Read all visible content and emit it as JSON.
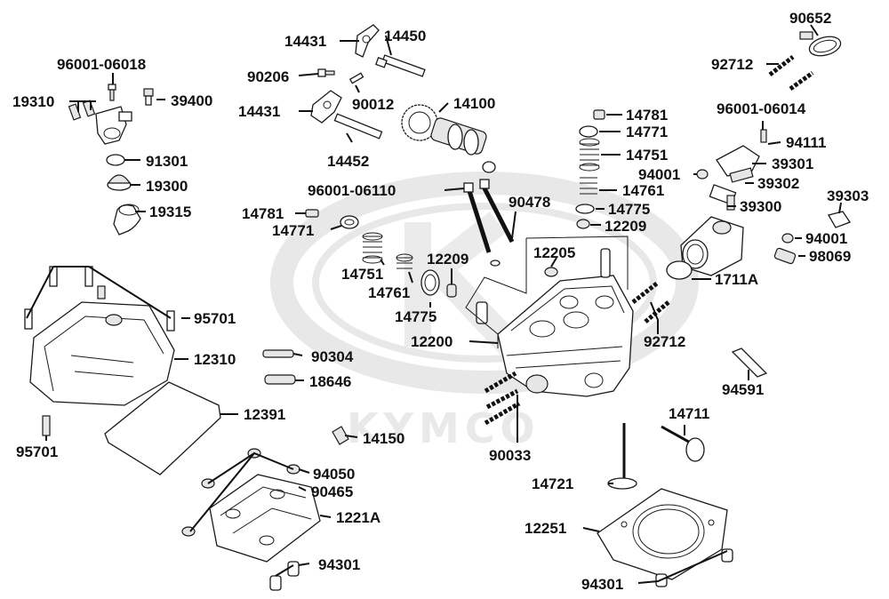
{
  "brand": {
    "watermark": "KYMCO"
  },
  "parts": {
    "p90652": "90652",
    "p92712a": "92712",
    "p96001_06018": "96001-06018",
    "p14431a": "14431",
    "p14450": "14450",
    "p90206": "90206",
    "p19310": "19310",
    "p39400": "39400",
    "p14431b": "14431",
    "p90012": "90012",
    "p14100": "14100",
    "p91301": "91301",
    "p14452": "14452",
    "p19300": "19300",
    "p19315": "19315",
    "p96001_06110": "96001-06110",
    "p14781a": "14781",
    "p14771a": "14771",
    "p14781b": "14781",
    "p14771b": "14771",
    "p14751b": "14751",
    "p14761b": "14761",
    "p14775b": "14775",
    "p12209b": "12209",
    "p96001_06014": "96001-06014",
    "p94111": "94111",
    "p39301": "39301",
    "p94001a": "94001",
    "p39302": "39302",
    "p39303": "39303",
    "p39300": "39300",
    "p90478": "90478",
    "p12205": "12205",
    "p14751a": "14751",
    "p12209a": "12209",
    "p14761a": "14761",
    "p94001b": "94001",
    "p98069": "98069",
    "p1711A": "1711A",
    "p14775a": "14775",
    "p95701a": "95701",
    "p12200": "12200",
    "p92712b": "92712",
    "p90304": "90304",
    "p12310": "12310",
    "p18646": "18646",
    "p94591": "94591",
    "p12391": "12391",
    "p14711": "14711",
    "p14150": "14150",
    "p95701b": "95701",
    "p90033": "90033",
    "p94050": "94050",
    "p90465": "90465",
    "p14721": "14721",
    "p1221A": "1221A",
    "p12251": "12251",
    "p94301a": "94301",
    "p94301b": "94301"
  }
}
